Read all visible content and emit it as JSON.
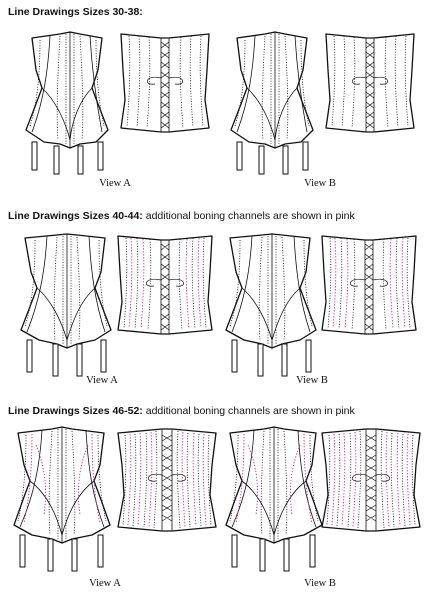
{
  "sections": [
    {
      "heading_bold": "Line Drawings Sizes 30-38:",
      "heading_rest": "",
      "view_a": "View A",
      "view_b": "View B"
    },
    {
      "heading_bold": "Line Drawings Sizes 40-44:",
      "heading_rest": " additional boning channels are shown in pink",
      "view_a": "View A",
      "view_b": "View B"
    },
    {
      "heading_bold": "Line Drawings Sizes 46-52:",
      "heading_rest": " additional boning channels are shown in pink",
      "view_a": "View A",
      "view_b": "View B"
    }
  ],
  "colors": {
    "outline": "#111111",
    "extra_boning": "#d6338f",
    "fill": "#ffffff"
  }
}
